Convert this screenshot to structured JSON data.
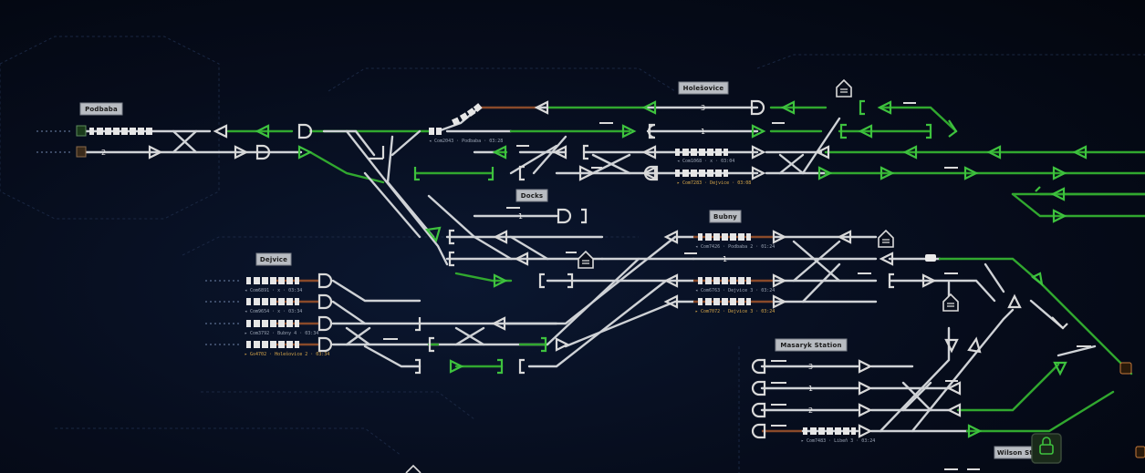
{
  "stations": [
    {
      "id": "podbaba",
      "label": "Podbaba"
    },
    {
      "id": "holesovice",
      "label": "Holešovice"
    },
    {
      "id": "docks",
      "label": "Docks"
    },
    {
      "id": "bubny",
      "label": "Bubny"
    },
    {
      "id": "dejvice",
      "label": "Dejvice"
    },
    {
      "id": "masaryk",
      "label": "Masaryk Station"
    },
    {
      "id": "wilson",
      "label": "Wilson Station"
    }
  ],
  "track_numbers": [
    "2",
    "3",
    "1",
    "1",
    "1",
    "3",
    "1",
    "2"
  ],
  "trains": [
    {
      "id": "t1",
      "caption": "◂ Com1068 · x · 03:04",
      "amber": false
    },
    {
      "id": "t2",
      "caption": "▸ Com7283 · Dejvice · 03:08",
      "amber": true
    },
    {
      "id": "t3",
      "caption": "◂ Com7426 · Podbaba 2 · 01:24",
      "amber": false
    },
    {
      "id": "t4",
      "caption": "◂ Com6763 · Dejvice 3 · 03:24",
      "amber": false
    },
    {
      "id": "t5",
      "caption": "▸ Com7072 · Dejvice 3 · 03:24",
      "amber": true
    },
    {
      "id": "t6",
      "caption": "◂ Com6891 · x · 03:34",
      "amber": false
    },
    {
      "id": "t7",
      "caption": "◂ Com9654 · x · 03:34",
      "amber": false
    },
    {
      "id": "t8",
      "caption": "▸ Com3792 · Bubny 4 · 03:34",
      "amber": false
    },
    {
      "id": "t9",
      "caption": "▸ Gs4702 · Holešovice 2 · 03:34",
      "amber": true
    },
    {
      "id": "t10",
      "caption": "▸ Com7483 · Libeň 3 · 03:24",
      "amber": false
    },
    {
      "id": "t11",
      "caption": "◂ Com2043 · Podbaba · 03:28",
      "amber": false
    }
  ]
}
